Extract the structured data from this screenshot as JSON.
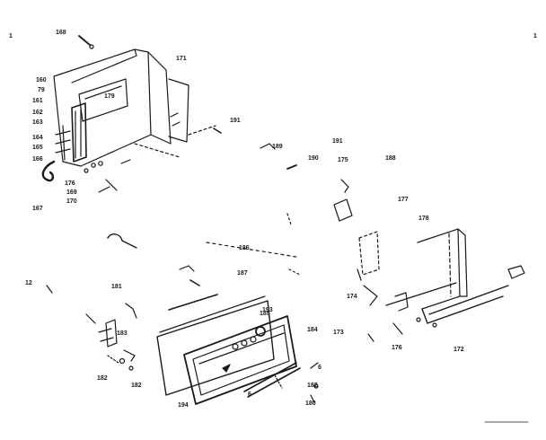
{
  "diagram": {
    "labels": [
      {
        "id": "corner_mark",
        "text": "1"
      },
      {
        "id": "p168",
        "text": "168"
      },
      {
        "id": "p171",
        "text": "171"
      },
      {
        "id": "p160",
        "text": "160"
      },
      {
        "id": "p179a",
        "text": "79"
      },
      {
        "id": "p179b",
        "text": "179"
      },
      {
        "id": "p161",
        "text": "161"
      },
      {
        "id": "p162",
        "text": "162"
      },
      {
        "id": "p163",
        "text": "163"
      },
      {
        "id": "p164",
        "text": "164"
      },
      {
        "id": "p165",
        "text": "165"
      },
      {
        "id": "p166",
        "text": "166"
      },
      {
        "id": "p167",
        "text": "167"
      },
      {
        "id": "p176a",
        "text": "176"
      },
      {
        "id": "p169",
        "text": "169"
      },
      {
        "id": "p170",
        "text": "170"
      },
      {
        "id": "p191a",
        "text": "191"
      },
      {
        "id": "p189",
        "text": "189"
      },
      {
        "id": "p191b",
        "text": "191"
      },
      {
        "id": "p190",
        "text": "190"
      },
      {
        "id": "p175",
        "text": "175"
      },
      {
        "id": "p188",
        "text": "188"
      },
      {
        "id": "p177",
        "text": "177"
      },
      {
        "id": "p178",
        "text": "178"
      },
      {
        "id": "p186",
        "text": "186"
      },
      {
        "id": "p187",
        "text": "187"
      },
      {
        "id": "p181",
        "text": "181"
      },
      {
        "id": "p12",
        "text": "12"
      },
      {
        "id": "p183",
        "text": "183"
      },
      {
        "id": "p185",
        "text": "185"
      },
      {
        "id": "p184",
        "text": "184"
      },
      {
        "id": "p174",
        "text": "174"
      },
      {
        "id": "p173",
        "text": "173"
      },
      {
        "id": "p176b",
        "text": "176"
      },
      {
        "id": "p172",
        "text": "172"
      },
      {
        "id": "p182a",
        "text": "182"
      },
      {
        "id": "p182b",
        "text": "182"
      },
      {
        "id": "p182c",
        "text": "182"
      },
      {
        "id": "p193",
        "text": "193"
      },
      {
        "id": "p194",
        "text": "194"
      },
      {
        "id": "p180",
        "text": "180"
      },
      {
        "id": "p6a",
        "text": "6"
      },
      {
        "id": "p6b",
        "text": "6"
      },
      {
        "id": "corner_mark_r",
        "text": "1"
      }
    ]
  }
}
